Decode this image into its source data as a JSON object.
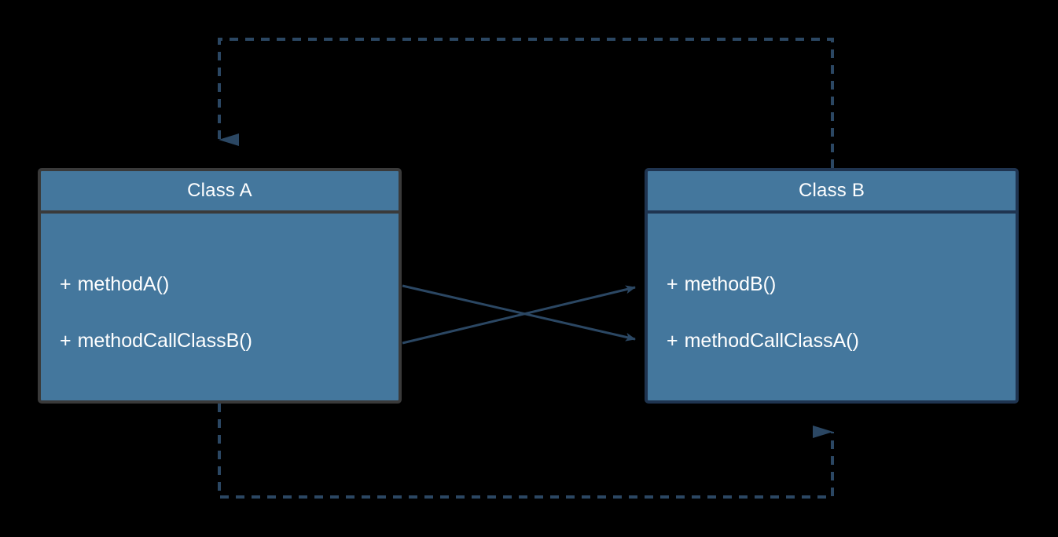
{
  "diagram": {
    "title": "UML class diagram - Class A and Class B bidirectional calls",
    "background_color": "#000000",
    "class_fill_color": "#44779d",
    "connector_color": "#2b4763",
    "dashed_connector_color": "#2b4763",
    "text_color": "#ffffff"
  },
  "classes": [
    {
      "id": "class-a",
      "name": "Class A",
      "border_color": "#3a3a3a",
      "members": [
        {
          "visibility": "+",
          "signature": "methodA()"
        },
        {
          "visibility": "+",
          "signature": "methodCallClassB()"
        }
      ]
    },
    {
      "id": "class-b",
      "name": "Class B",
      "border_color": "#1f3450",
      "members": [
        {
          "visibility": "+",
          "signature": "methodB()"
        },
        {
          "visibility": "+",
          "signature": "methodCallClassA()"
        }
      ]
    }
  ],
  "connectors": [
    {
      "id": "a-to-b-upper",
      "style": "solid",
      "from": "Class A",
      "to": "Class B",
      "arrowhead": "open-filled",
      "label": ""
    },
    {
      "id": "a-to-b-lower",
      "style": "solid",
      "from": "Class A",
      "to": "Class B",
      "arrowhead": "open-filled",
      "label": ""
    },
    {
      "id": "b-to-a-dashed-top",
      "style": "dashed",
      "from": "Class B",
      "to": "Class A",
      "arrowhead": "filled-triangle",
      "label": ""
    },
    {
      "id": "a-to-b-dashed-bottom",
      "style": "dashed",
      "from": "Class A",
      "to": "Class B",
      "arrowhead": "filled-triangle",
      "label": ""
    }
  ]
}
